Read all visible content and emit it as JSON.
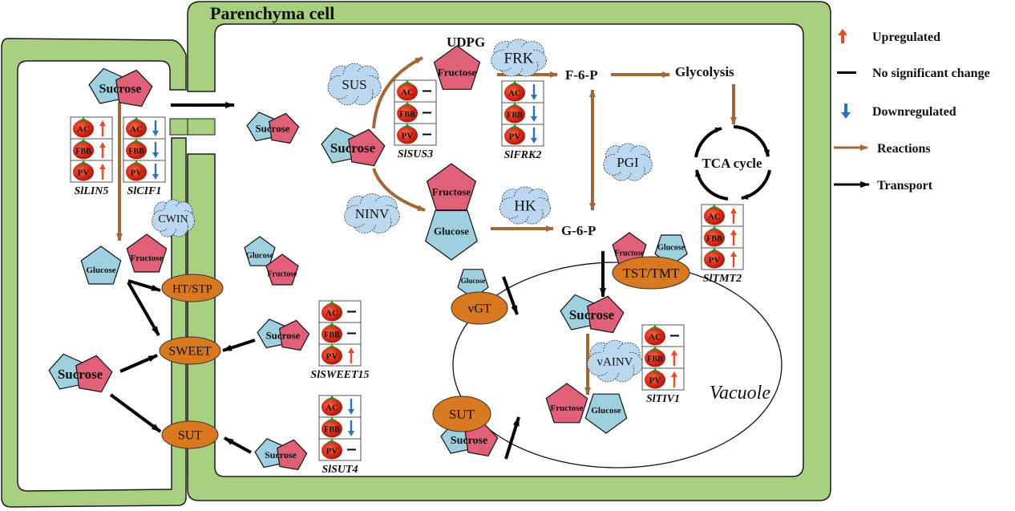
{
  "title": "Parenchyma cell",
  "colors": {
    "cell_wall": "#a8d080",
    "glucose": "#9fd0e0",
    "fructose": "#e06078",
    "enzyme_cloud": "#bcd8f0",
    "transporter": "#d87820",
    "reaction_arrow": "#a06838",
    "transport_arrow": "#000000",
    "up": "#e84a25",
    "down": "#2a72c0",
    "tomato": "#d83020"
  },
  "legend": {
    "up": "Upregulated",
    "none": "No significant change",
    "down": "Downregulated",
    "reactions": "Reactions",
    "transport": "Transport"
  },
  "metabolites": {
    "sucrose": "Sucrose",
    "glucose": "Glucose",
    "fructose": "Fructose",
    "udpg": "UDPG",
    "f6p": "F-6-P",
    "g6p": "G-6-P",
    "glycolysis": "Glycolysis",
    "tca": "TCA cycle"
  },
  "enzymes": {
    "sus": "SUS",
    "frk": "FRK",
    "pgi": "PGI",
    "ninv": "NINV",
    "hk": "HK",
    "cwin": "CWIN",
    "vainv": "vAINV"
  },
  "transporters": {
    "ht_stp": "HT/STP",
    "sweet": "SWEET",
    "sut_wall": "SUT",
    "tst_tmt": "TST/TMT",
    "vgt": "vGT",
    "sut_vac": "SUT"
  },
  "vacuole_label": "Vacuole",
  "cultivars": [
    "AC",
    "FBB",
    "PV"
  ],
  "genes": [
    {
      "id": "lin5",
      "name": "SlLIN5",
      "changes": [
        "up",
        "up",
        "up"
      ]
    },
    {
      "id": "cif1",
      "name": "SlCIF1",
      "changes": [
        "down",
        "down",
        "down"
      ]
    },
    {
      "id": "sus3",
      "name": "SlSUS3",
      "changes": [
        "none",
        "none",
        "none"
      ]
    },
    {
      "id": "frk2",
      "name": "SlFRK2",
      "changes": [
        "down",
        "down",
        "down"
      ]
    },
    {
      "id": "tmt2",
      "name": "SlTMT2",
      "changes": [
        "up",
        "up",
        "up"
      ]
    },
    {
      "id": "sweet15",
      "name": "SlSWEET15",
      "changes": [
        "none",
        "none",
        "up"
      ]
    },
    {
      "id": "sut4",
      "name": "SlSUT4",
      "changes": [
        "down",
        "down",
        "none"
      ]
    },
    {
      "id": "tiv1",
      "name": "SlTIV1",
      "changes": [
        "none",
        "up",
        "up"
      ]
    }
  ]
}
